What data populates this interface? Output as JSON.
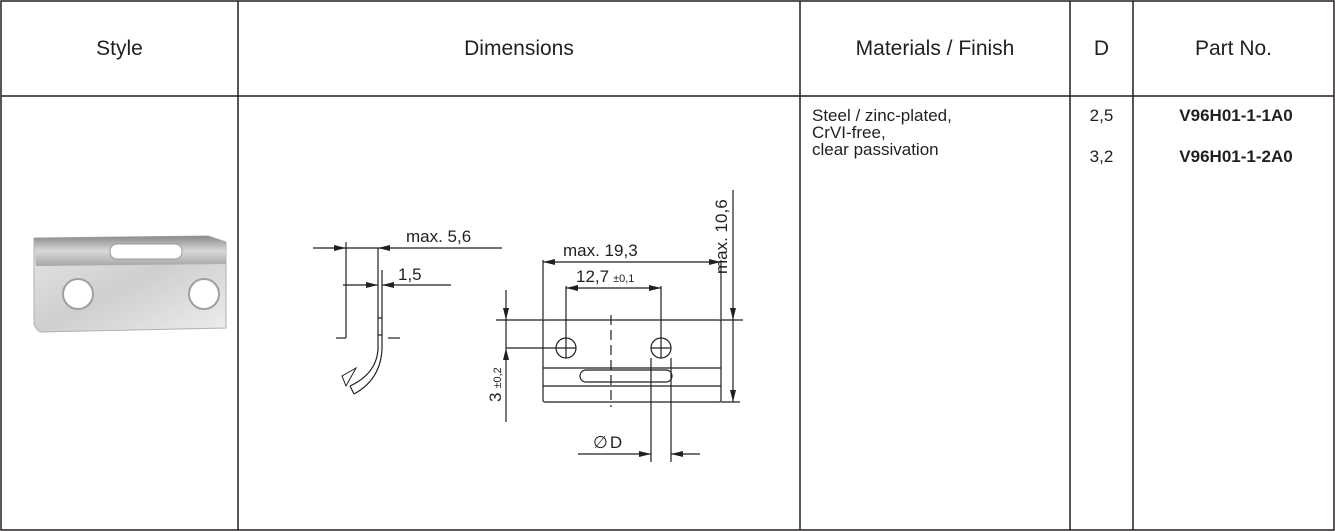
{
  "table": {
    "headers": {
      "style": "Style",
      "dimensions": "Dimensions",
      "materials": "Materials / Finish",
      "d": "D",
      "part_no": "Part No."
    },
    "materials": {
      "line1": "Steel / zinc-plated,",
      "line2": "CrVI-free,",
      "line3": "clear passivation"
    },
    "rows": [
      {
        "d": "2,5",
        "part_no": "V96H01-1-1A0"
      },
      {
        "d": "3,2",
        "part_no": "V96H01-1-2A0"
      }
    ]
  },
  "drawing": {
    "max_5_6": "max. 5,6",
    "thickness": "1,5",
    "max_19_3": "max. 19,3",
    "hole_spacing": "12,7",
    "hole_spacing_tol": "±0,1",
    "max_10_6": "max. 10,6",
    "hole_height": "3",
    "hole_height_tol": "±0,2",
    "diameter_symbol": "∅",
    "diameter_label": "D"
  }
}
